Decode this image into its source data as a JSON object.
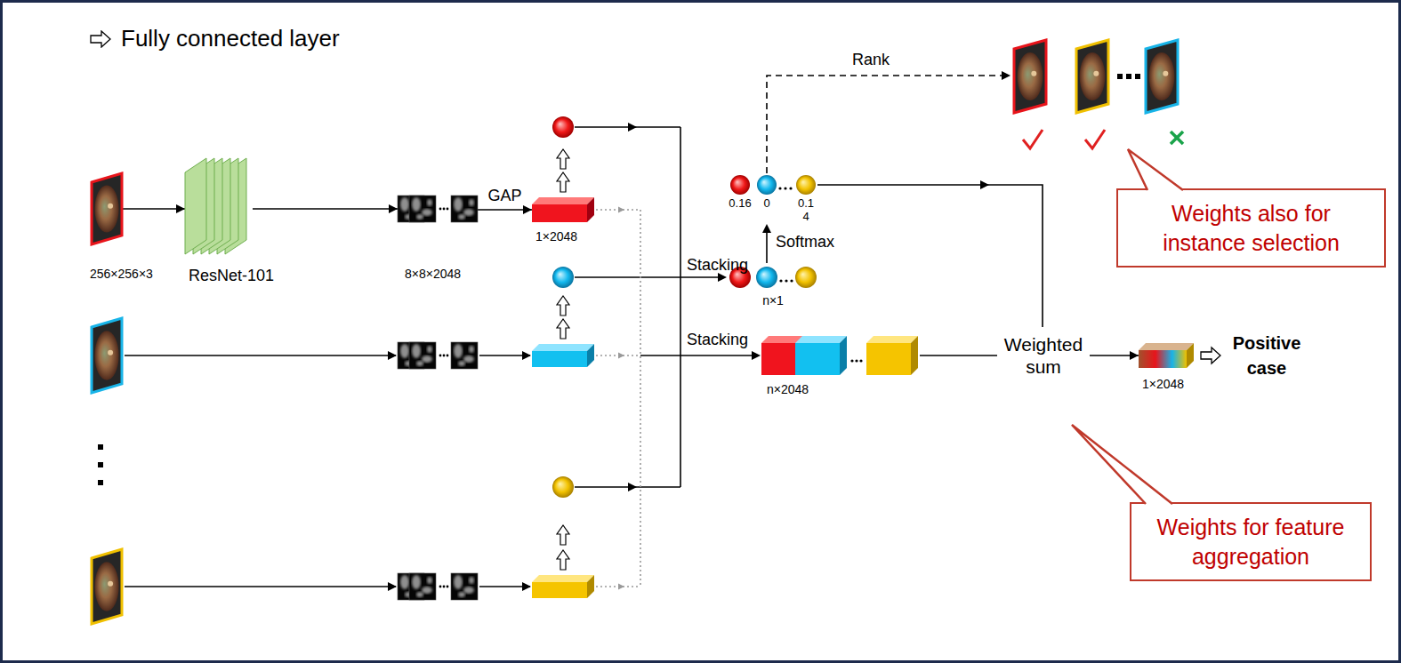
{
  "diagram": {
    "nodes": [
      {
        "text": [
          "256×256×3"
        ]
      },
      {
        "text": [
          "ResNet-101"
        ]
      },
      {
        "text": [
          "8×8×2048"
        ]
      },
      {
        "text": [
          "1×2048"
        ]
      },
      {
        "text": [
          "n×1"
        ]
      },
      {
        "text": [
          "n×2048"
        ]
      },
      {
        "text": [
          "1×2048"
        ]
      },
      {
        "text": [
          "Weights also for instance selection"
        ]
      },
      {
        "text": [
          "Weights for feature aggregation"
        ]
      }
    ],
    "edges": [
      {
        "from": 0,
        "to": 1,
        "arrow": "to"
      },
      {
        "from": 1,
        "to": 2,
        "arrow": "to"
      },
      {
        "from": 2,
        "to": 3,
        "label": "GAP",
        "arrow": "to"
      },
      {
        "from": 5,
        "to": 6,
        "label": "Weighted sum",
        "arrow": "to"
      }
    ],
    "labels": [
      "Rank",
      "Stacking",
      "Softmax",
      "0.16",
      "0",
      "0.1 4",
      "Stacking",
      "Positive case"
    ],
    "legend": [
      {
        "text": "Fully connected layer"
      }
    ]
  }
}
